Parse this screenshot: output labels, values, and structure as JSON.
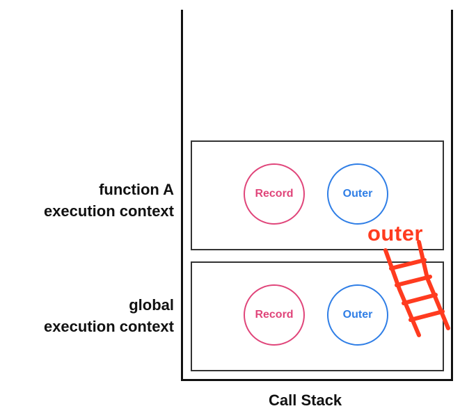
{
  "call_stack": {
    "title": "Call Stack",
    "contexts": [
      {
        "label_lines": [
          "function A",
          "execution context"
        ],
        "record_label": "Record",
        "outer_label": "Outer"
      },
      {
        "label_lines": [
          "global",
          "execution context"
        ],
        "record_label": "Record",
        "outer_label": "Outer"
      }
    ]
  },
  "annotation": {
    "text": "outer",
    "color": "#ff3b1f"
  },
  "colors": {
    "record": "#e0457a",
    "outer": "#2f7ee6",
    "stack": "#111111"
  }
}
